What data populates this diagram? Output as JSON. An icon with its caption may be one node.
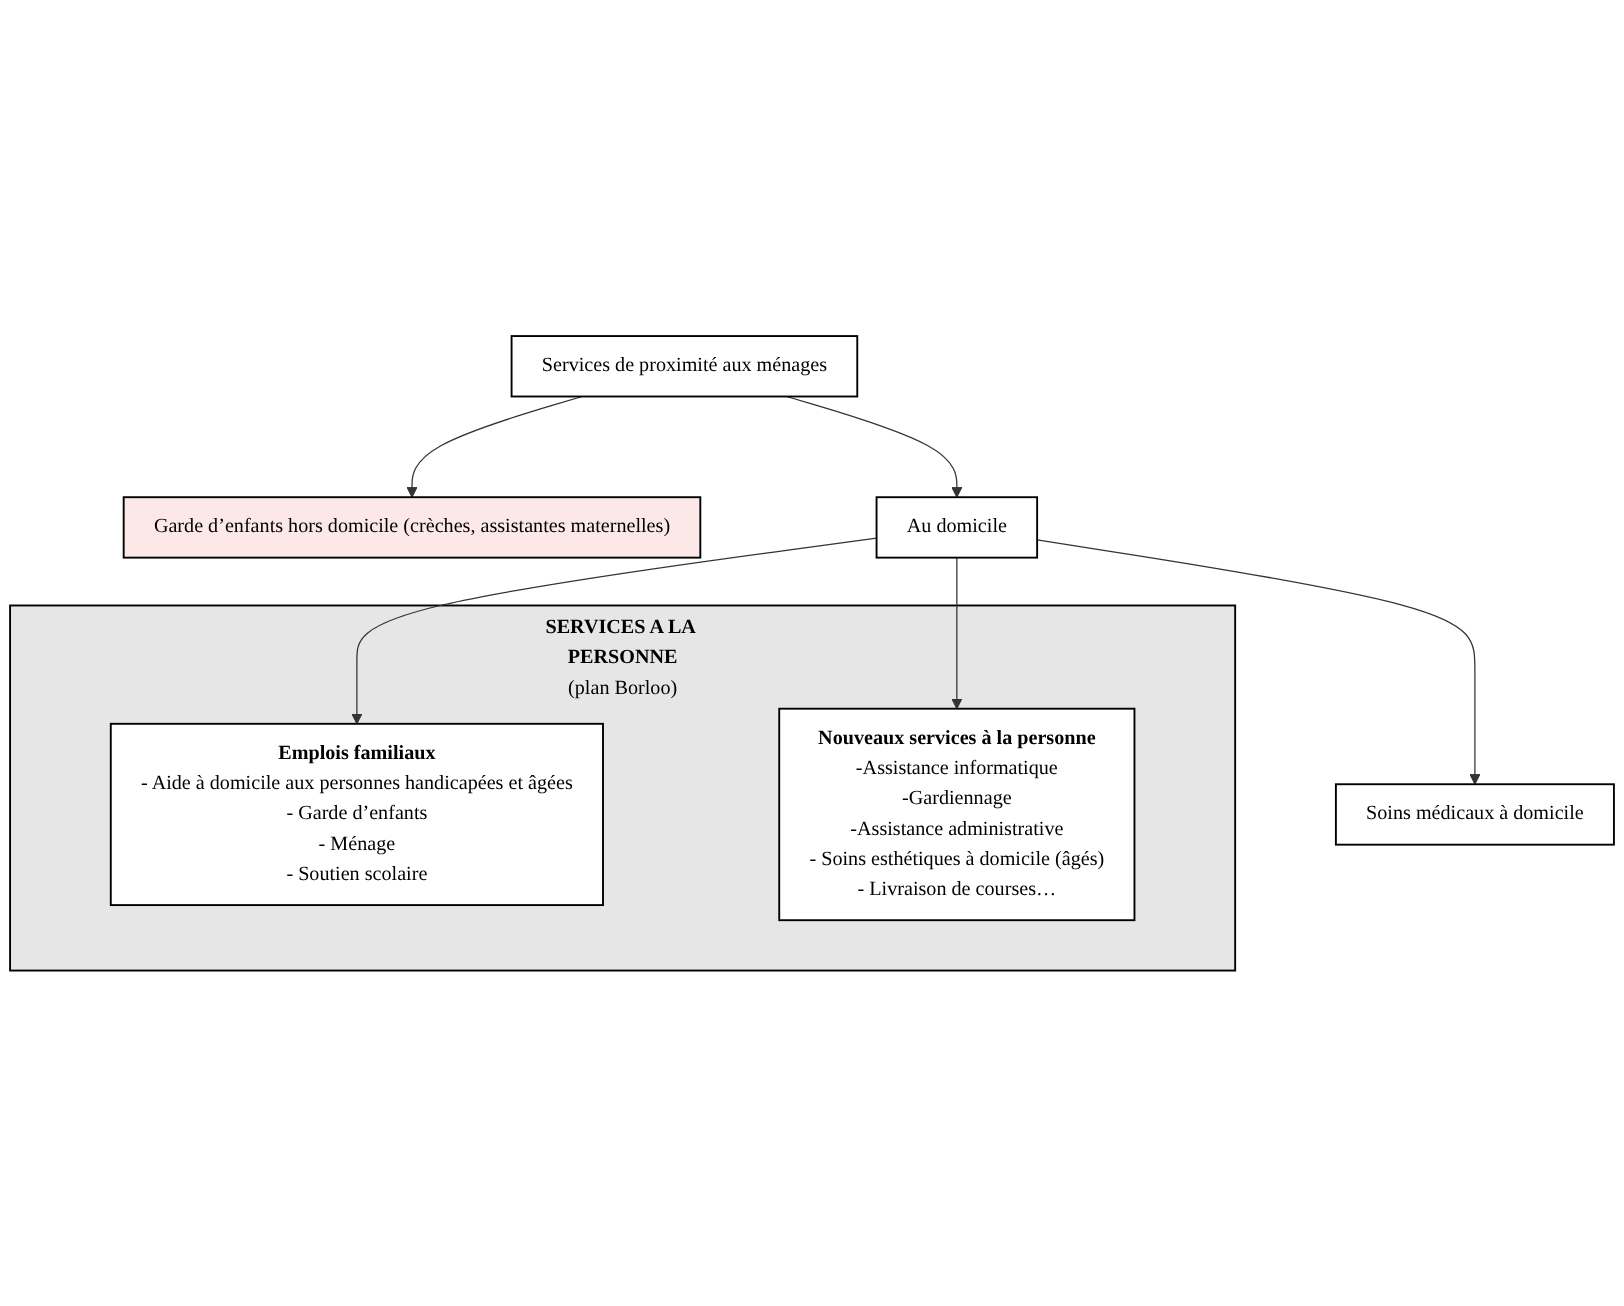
{
  "diagram": {
    "nodes": [
      {
        "text": [
          "Services de proximité aux ménages"
        ]
      },
      {
        "text": [
          "Garde d’enfants hors domicile (crèches, assistantes maternelles)"
        ]
      },
      {
        "text": [
          "Au domicile"
        ]
      },
      {
        "text": [
          "SERVICES A LA PERSONNE",
          "(plan Borloo)"
        ]
      },
      {
        "text": [
          "Emplois familiaux",
          "- Aide à domicile aux personnes handicapées et âgées",
          "- Garde d’enfants",
          "- Ménage",
          "- Soutien scolaire"
        ],
        "in": 3
      },
      {
        "text": [
          "Nouveaux services à la personne",
          "-Assistance informatique",
          "-Gardiennage",
          "-Assistance administrative",
          "- Soins esthétiques à domicile (âgés)",
          "- Livraison de courses…"
        ],
        "in": 3
      },
      {
        "text": [
          "Soins médicaux à domicile"
        ]
      }
    ],
    "edges": [
      {
        "from": 0,
        "to": 1,
        "arrow": "to"
      },
      {
        "from": 0,
        "to": 2,
        "arrow": "to"
      },
      {
        "from": 2,
        "to": 4,
        "arrow": "to"
      },
      {
        "from": 2,
        "to": 5,
        "arrow": "to"
      },
      {
        "from": 2,
        "to": 6,
        "arrow": "to"
      }
    ]
  }
}
